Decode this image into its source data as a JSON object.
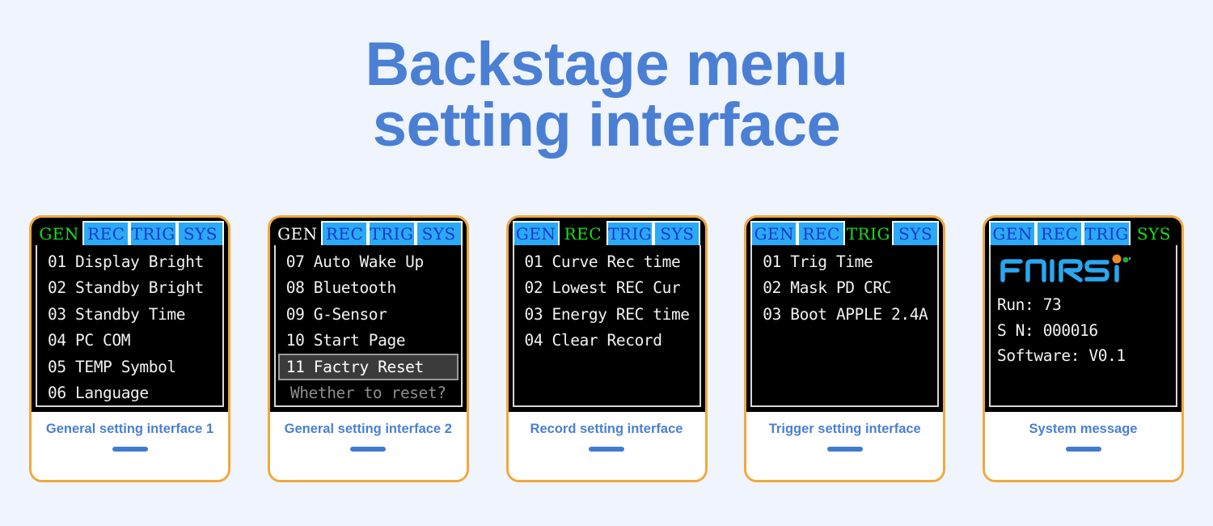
{
  "title": {
    "line1": "Backstage menu",
    "line2": "setting interface"
  },
  "colors": {
    "background": "#eff4fd",
    "title_blue": "#4a7fd4",
    "device_border_orange": "#f0a93c",
    "tab_blue_bg": "#2aa9f4",
    "tab_blue_text": "#1a37cf",
    "tab_active_green": "#17e017",
    "screen_black": "#000000",
    "caption_blue": "#4a7fd4",
    "logo_blue": "#29a6f0",
    "logo_dot_orange": "#f08a1c",
    "logo_dot_green": "#2aa82a"
  },
  "devices": [
    {
      "id": "general-setting-1",
      "tabs": [
        {
          "label": "GEN",
          "state": "active-green"
        },
        {
          "label": "REC",
          "state": "inactive"
        },
        {
          "label": "TRIG",
          "state": "inactive"
        },
        {
          "label": "SYS",
          "state": "inactive"
        }
      ],
      "rows": [
        {
          "text": "01 Display Bright",
          "state": "normal"
        },
        {
          "text": "02 Standby Bright",
          "state": "normal"
        },
        {
          "text": "03 Standby Time",
          "state": "normal"
        },
        {
          "text": "04 PC COM",
          "state": "normal"
        },
        {
          "text": "05 TEMP Symbol",
          "state": "normal"
        },
        {
          "text": "06 Language",
          "state": "normal"
        }
      ],
      "caption": "General setting interface 1"
    },
    {
      "id": "general-setting-2",
      "tabs": [
        {
          "label": "GEN",
          "state": "active-white"
        },
        {
          "label": "REC",
          "state": "inactive"
        },
        {
          "label": "TRIG",
          "state": "inactive"
        },
        {
          "label": "SYS",
          "state": "inactive"
        }
      ],
      "rows": [
        {
          "text": "07 Auto Wake Up",
          "state": "normal"
        },
        {
          "text": "08 Bluetooth",
          "state": "normal"
        },
        {
          "text": "09 G-Sensor",
          "state": "normal"
        },
        {
          "text": "10 Start Page",
          "state": "normal"
        },
        {
          "text": "11 Factry Reset",
          "state": "selected"
        },
        {
          "text": "Whether to reset?",
          "state": "dim"
        }
      ],
      "caption": "General setting interface 2"
    },
    {
      "id": "record-setting",
      "tabs": [
        {
          "label": "GEN",
          "state": "inactive"
        },
        {
          "label": "REC",
          "state": "active-green"
        },
        {
          "label": "TRIG",
          "state": "inactive"
        },
        {
          "label": "SYS",
          "state": "inactive"
        }
      ],
      "rows": [
        {
          "text": "01 Curve Rec time",
          "state": "normal"
        },
        {
          "text": "02 Lowest REC Cur",
          "state": "normal"
        },
        {
          "text": "03 Energy REC time",
          "state": "normal"
        },
        {
          "text": "04 Clear Record",
          "state": "normal"
        }
      ],
      "caption": "Record setting interface"
    },
    {
      "id": "trigger-setting",
      "tabs": [
        {
          "label": "GEN",
          "state": "inactive"
        },
        {
          "label": "REC",
          "state": "inactive"
        },
        {
          "label": "TRIG",
          "state": "active-green"
        },
        {
          "label": "SYS",
          "state": "inactive"
        }
      ],
      "rows": [
        {
          "text": "01 Trig Time",
          "state": "normal"
        },
        {
          "text": "02 Mask PD CRC",
          "state": "normal"
        },
        {
          "text": "03 Boot APPLE 2.4A",
          "state": "normal"
        }
      ],
      "caption": "Trigger setting interface"
    },
    {
      "id": "system-message",
      "tabs": [
        {
          "label": "GEN",
          "state": "inactive"
        },
        {
          "label": "REC",
          "state": "inactive"
        },
        {
          "label": "TRIG",
          "state": "inactive"
        },
        {
          "label": "SYS",
          "state": "active-green"
        }
      ],
      "logo": "FNIRSi",
      "rows": [
        {
          "text": "Run: 73",
          "state": "normal"
        },
        {
          "text": "S N: 000016",
          "state": "normal"
        },
        {
          "text": "Software: V0.1",
          "state": "normal"
        }
      ],
      "caption": "System message"
    }
  ]
}
